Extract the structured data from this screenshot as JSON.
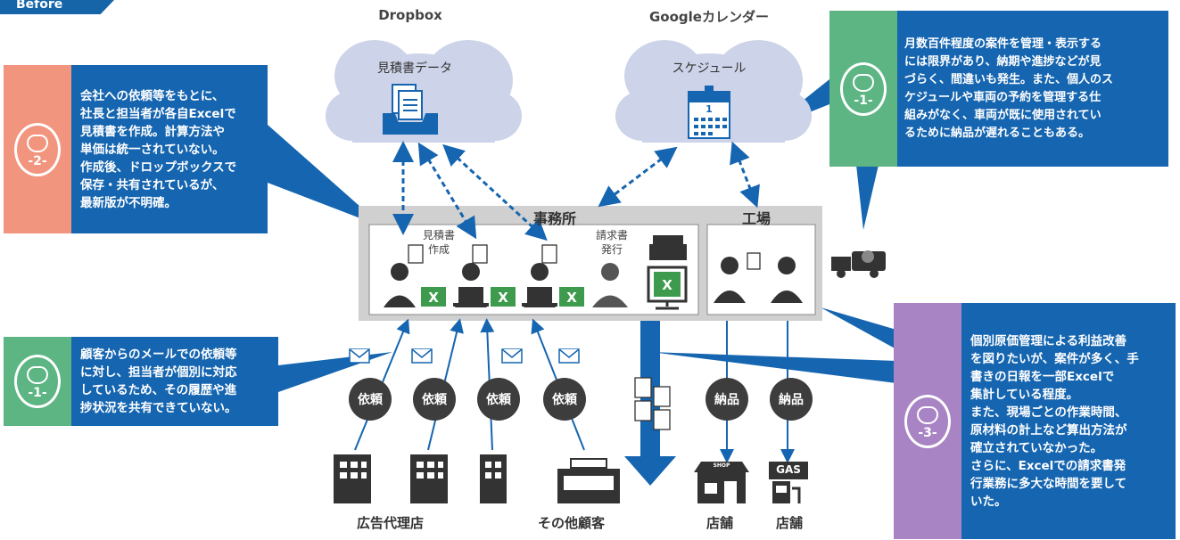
{
  "header": {
    "tab_label": "Before"
  },
  "services": {
    "dropbox": {
      "label": "Dropbox",
      "cloud_text": "見積書データ"
    },
    "google": {
      "label": "Googleカレンダー",
      "cloud_text": "スケジュール"
    }
  },
  "sections": {
    "office": "事務所",
    "factory": "工場",
    "estimate_label": [
      "見積書",
      "作成"
    ],
    "invoice_label": [
      "請求書",
      "発行"
    ]
  },
  "requests": [
    "依頼",
    "依頼",
    "依頼",
    "依頼"
  ],
  "deliveries": [
    "納品",
    "納品"
  ],
  "bottom_labels": {
    "agency": "広告代理店",
    "other": "その他顧客",
    "store1": "店舗",
    "store2": "店舗"
  },
  "signs": {
    "shop": "SHOP",
    "gas": "GAS"
  },
  "callouts": {
    "issue_2": {
      "badge": "-2-",
      "lines": [
        "会社への依頼等をもとに、",
        "社長と担当者が各自Excelで",
        "見積書を作成。計算方法や",
        "単価は統一されていない。",
        "作成後、ドロップボックスで",
        "保存・共有されているが、",
        "最新版が不明確。"
      ]
    },
    "issue_1_left": {
      "badge": "-1-",
      "lines": [
        "顧客からのメールでの依頼等",
        "に対し、担当者が個別に対応",
        "しているため、その履歴や進",
        "捗状況を共有できていない。"
      ]
    },
    "issue_1_right": {
      "badge": "-1-",
      "lines": [
        "月数百件程度の案件を管理・表示する",
        "には限界があり、納期や進捗などが見",
        "づらく、間違いも発生。また、個人のス",
        "ケジュールや車両の予約を管理する仕",
        "組みがなく、車両が既に使用されてい",
        "るために納品が遅れることもある。"
      ]
    },
    "issue_3": {
      "badge": "-3-",
      "lines": [
        "個別原価管理による利益改善",
        "を図りたいが、案件が多く、手",
        "書きの日報を一部Excelで",
        "集計している程度。",
        "また、現場ごとの作業時間、",
        "原材料の計上など算出方法が",
        "確立されていなかった。",
        "さらに、Excelでの請求書発",
        "行業務に多大な時間を要して",
        "いた。"
      ]
    }
  },
  "colors": {
    "blue": "#1565b0",
    "salmon": "#f2957e",
    "green": "#5cb583",
    "purple": "#a884c5",
    "cloud": "#cdd3e8",
    "gray": "#d0d0d0",
    "excel": "#3e9b4e"
  }
}
